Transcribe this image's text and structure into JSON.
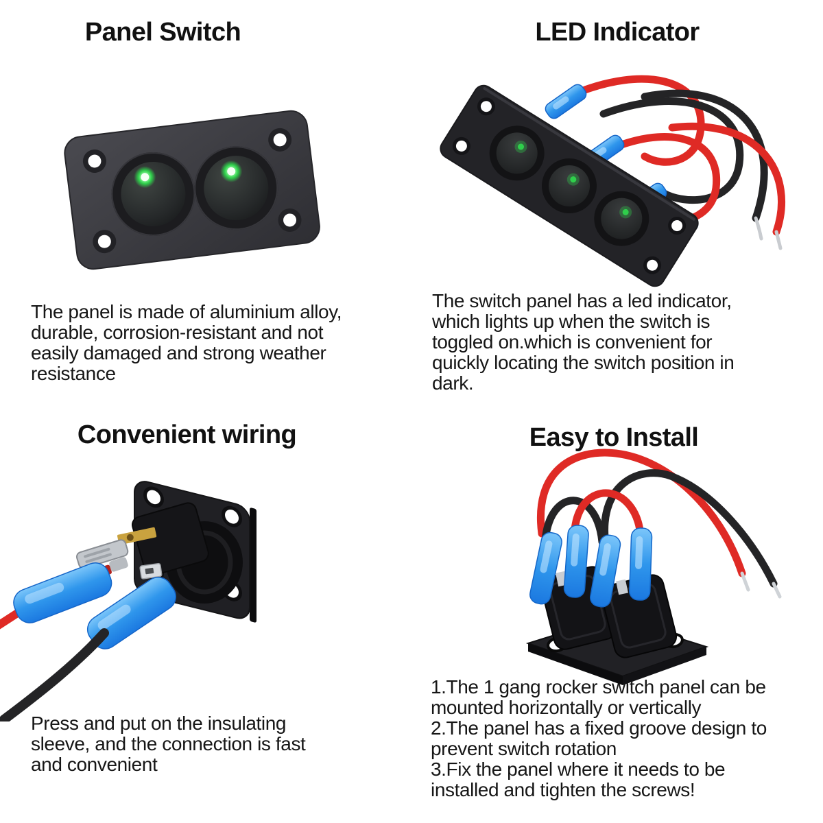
{
  "colors": {
    "background": "#ffffff",
    "title_text": "#111111",
    "body_text": "#161616",
    "led_green": "#2fcf4b",
    "panel_gray": "#3a3a3f",
    "panel_black": "#232327",
    "connector_blue": "#2f96ec",
    "wire_red": "#df2a25",
    "wire_black": "#242426",
    "terminal_brass": "#c9a23f",
    "terminal_silver": "#c3c7cc"
  },
  "sections": [
    {
      "id": "panel-switch",
      "title": "Panel Switch",
      "photo_alt": "Black aluminium two-gang rocker switch panel with four screw holes and two round switches, each with a lit green LED dot",
      "lines": [
        "The panel is made of aluminium alloy,",
        "durable, corrosion-resistant and not",
        "easily damaged and strong weather",
        "resistance"
      ]
    },
    {
      "id": "led-indicator",
      "title": "LED Indicator",
      "photo_alt": "Tilted three-gang black switch panel with green LED dots, blue insulated spade connectors and looping red and black wires with bare tips",
      "lines": [
        "The switch panel has a led indicator,",
        "which lights up when the switch is",
        "toggled on.which is convenient for",
        "quickly locating the switch position in",
        "dark."
      ]
    },
    {
      "id": "convenient-wiring",
      "title": "Convenient wiring",
      "photo_alt": "Rear view of a single switch panel showing brass and silver spade terminals being connected with blue insulating sleeves on red and black wires",
      "lines": [
        "Press and put on the insulating",
        "sleeve, and the connection is fast",
        "and convenient"
      ]
    },
    {
      "id": "easy-to-install",
      "title": "Easy to Install",
      "photo_alt": "Rear of a mounted rocker switch panel with two switch bodies, four blue insulated connectors and arcing red and black wires with bare tips",
      "lines": [
        "1.The 1 gang rocker switch panel can be",
        "mounted horizontally or vertically",
        "2.The panel has a fixed groove design to",
        "prevent switch rotation",
        "3.Fix the panel where it needs to be",
        "installed and tighten the screws!"
      ]
    }
  ]
}
